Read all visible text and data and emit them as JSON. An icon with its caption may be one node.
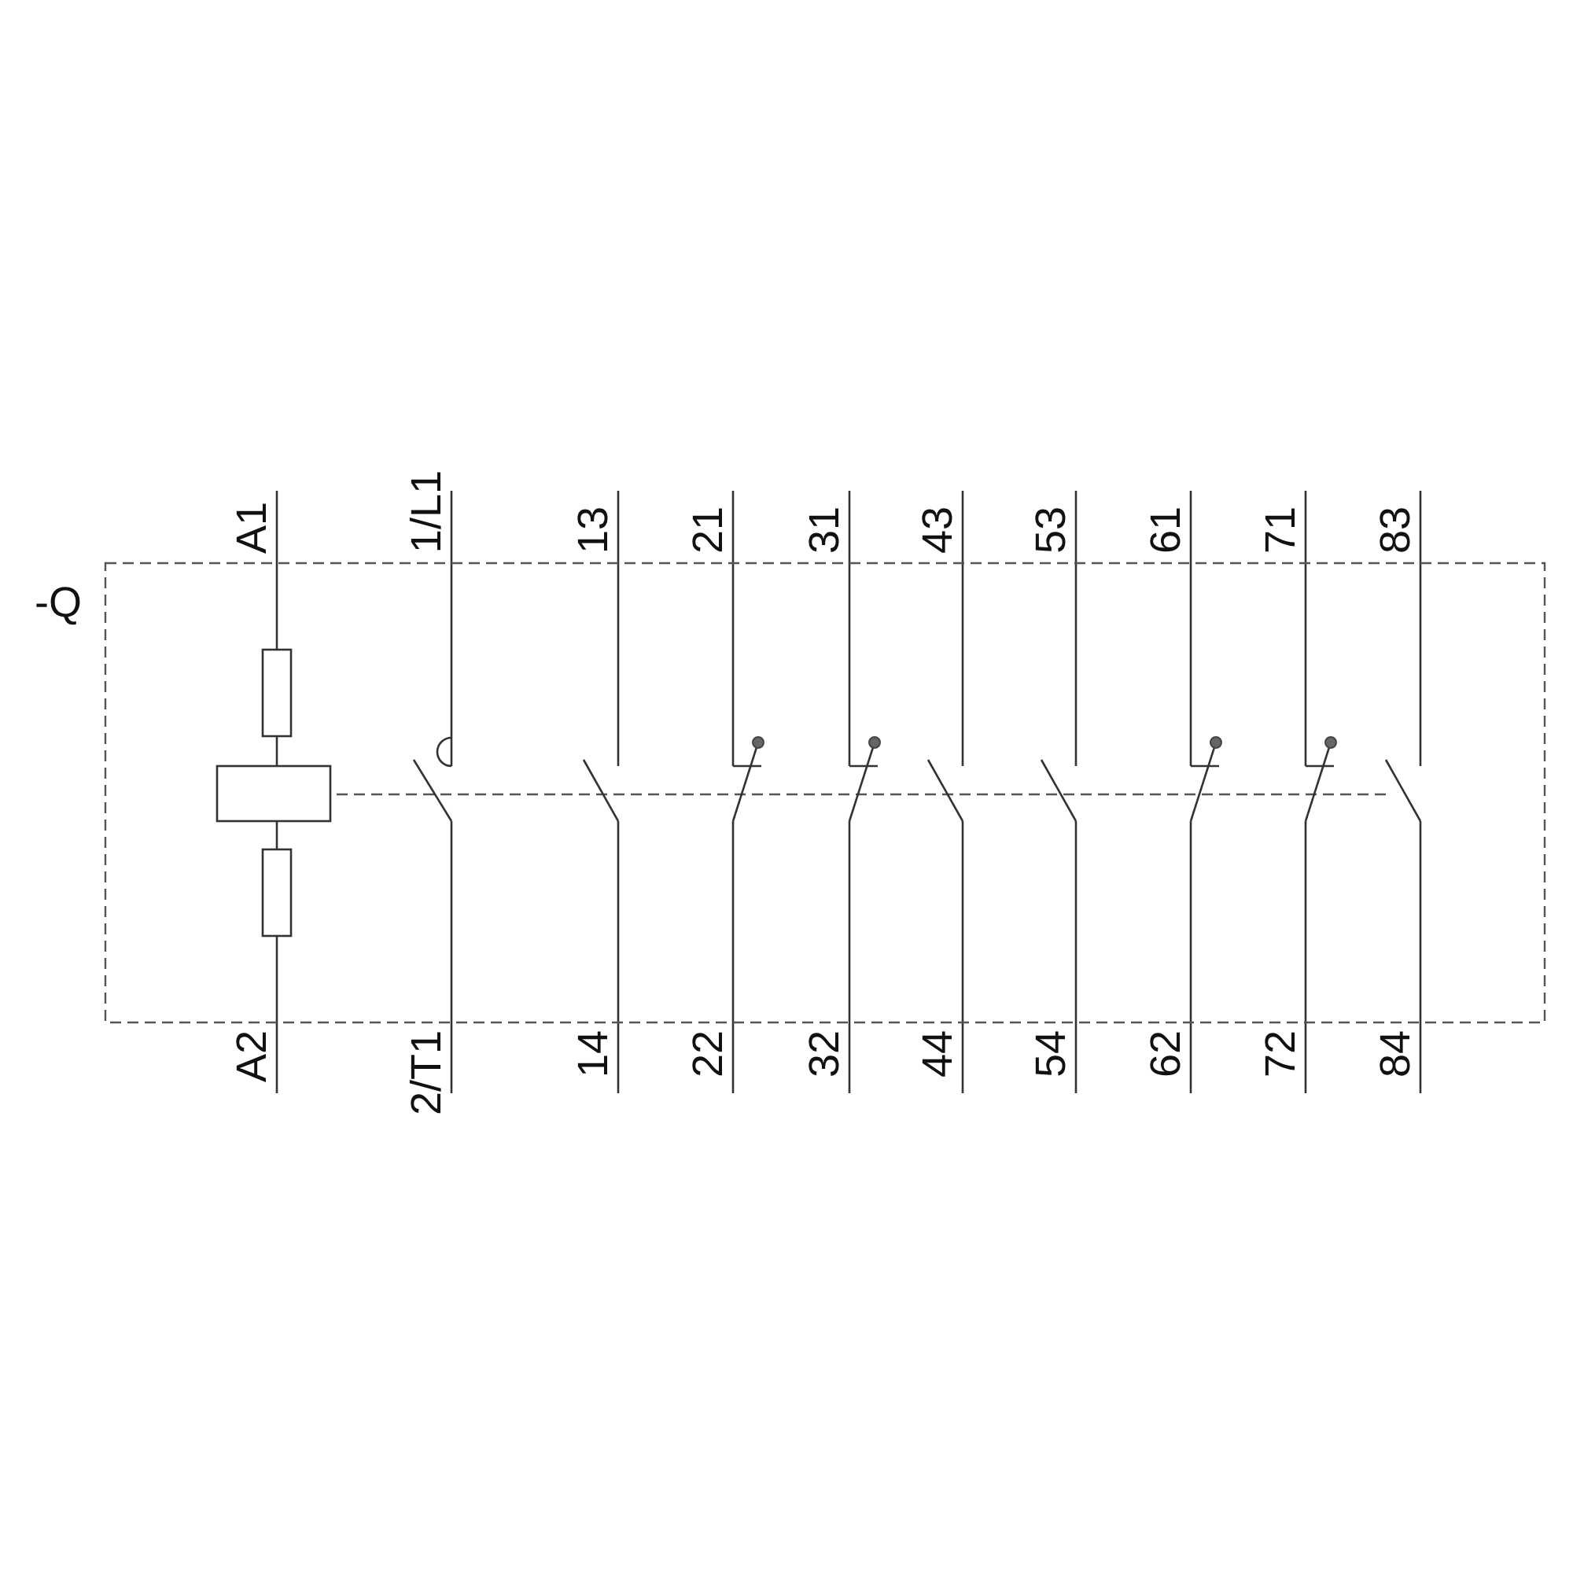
{
  "diagram": {
    "labels": [
      "-Q",
      "A1",
      "1/L1",
      "13",
      "21",
      "31",
      "43",
      "53",
      "61",
      "71",
      "83",
      "A2",
      "2/T1",
      "14",
      "22",
      "32",
      "44",
      "54",
      "62",
      "72",
      "84"
    ]
  }
}
